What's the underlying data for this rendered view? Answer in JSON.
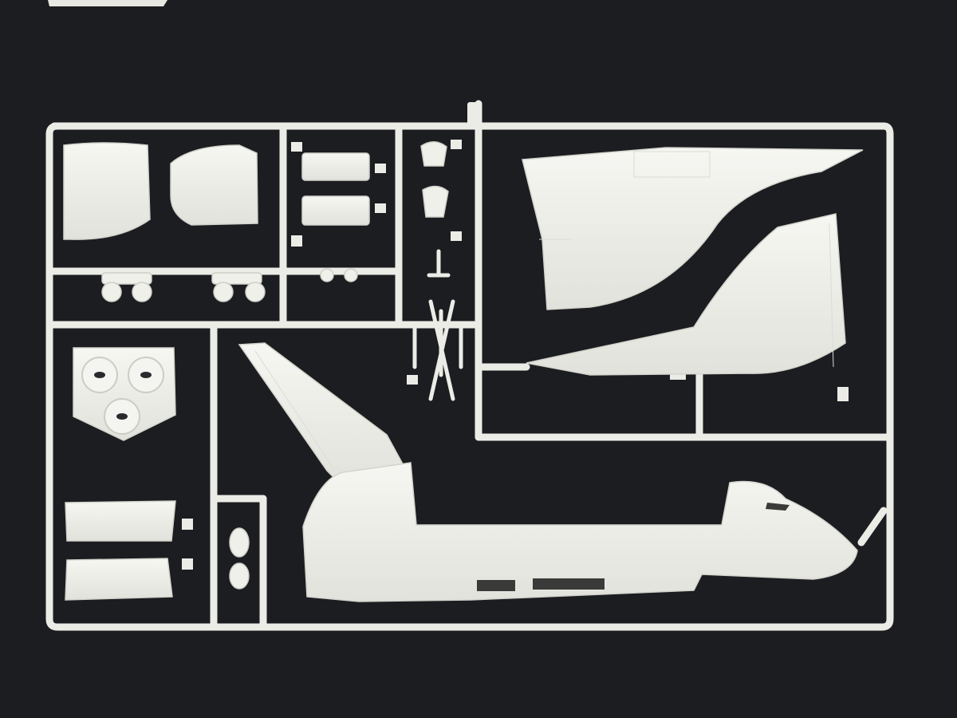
{
  "photo": {
    "subject": "",
    "colors": {
      "background": "#1c1d21",
      "plastic": "#f1f1ec",
      "plastic_shade": "#d9d9d2",
      "gate": "#e8e8e2"
    }
  },
  "parts": [
    {
      "name": "cargo-door-panel-left"
    },
    {
      "name": "cargo-door-panel-right"
    },
    {
      "name": "landing-gear-doors"
    },
    {
      "name": "wheel-sets"
    },
    {
      "name": "small-engine-parts"
    },
    {
      "name": "landing-gear-struts"
    },
    {
      "name": "engine-nozzle-plate"
    },
    {
      "name": "vertical-tail-fin"
    },
    {
      "name": "fuselage-half"
    },
    {
      "name": "wing-upper-half"
    },
    {
      "name": "wing-lower-half"
    },
    {
      "name": "payload-bay-doors"
    },
    {
      "name": "rcs-pods"
    }
  ]
}
